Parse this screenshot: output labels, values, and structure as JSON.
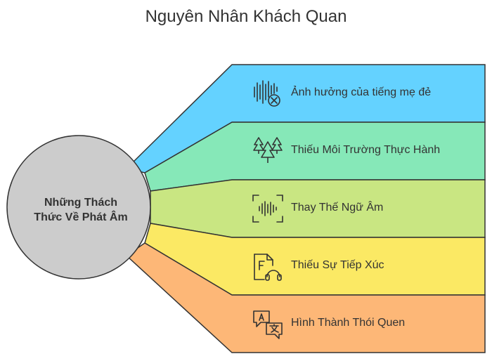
{
  "title": "Nguyên Nhân Khách Quan",
  "center": {
    "line1": "Những Thách",
    "line2": "Thức Về Phát Âm",
    "color": "#cccccc"
  },
  "rows": [
    {
      "label": "Ảnh hưởng của tiếng mẹ đẻ",
      "icon": "audio-wave-x-icon",
      "color": "#64d2ff"
    },
    {
      "label": "Thiếu Môi Trường Thực Hành",
      "icon": "trees-icon",
      "color": "#86e8b8"
    },
    {
      "label": "Thay Thế Ngữ Âm",
      "icon": "sound-scan-icon",
      "color": "#c9e682"
    },
    {
      "label": "Thiếu Sự Tiếp Xúc",
      "icon": "file-headset-icon",
      "color": "#fbe964"
    },
    {
      "label": "Hình Thành Thói Quen",
      "icon": "translate-icon",
      "color": "#fdb777"
    }
  ]
}
